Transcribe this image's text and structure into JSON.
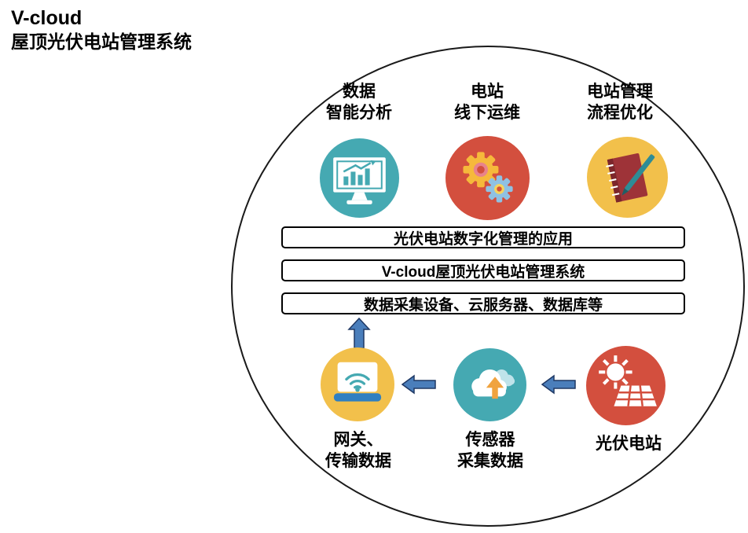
{
  "title": {
    "line1": "V-cloud",
    "line2": "屋顶光伏电站管理系统"
  },
  "colors": {
    "teal": "#45A9B2",
    "red": "#D34F3E",
    "yellow": "#F2C04B",
    "arrow_fill": "#4A7EBB",
    "arrow_border": "#1F3864"
  },
  "top_items": [
    {
      "label": "数据\n智能分析",
      "icon": "monitor-bar-chart"
    },
    {
      "label": "电站\n线下运维",
      "icon": "gears"
    },
    {
      "label": "电站管理\n流程优化",
      "icon": "notebook-pen"
    }
  ],
  "layer_boxes": [
    {
      "label": "光伏电站数字化管理的应用"
    },
    {
      "label": "V-cloud屋顶光伏电站管理系统"
    },
    {
      "label": "数据采集设备、云服务器、数据库等"
    }
  ],
  "bottom_items": [
    {
      "label": "网关、\n传输数据",
      "icon": "laptop-wifi"
    },
    {
      "label": "传感器\n采集数据",
      "icon": "cloud-upload"
    },
    {
      "label": "光伏电站",
      "icon": "sun-solar-panel"
    }
  ]
}
